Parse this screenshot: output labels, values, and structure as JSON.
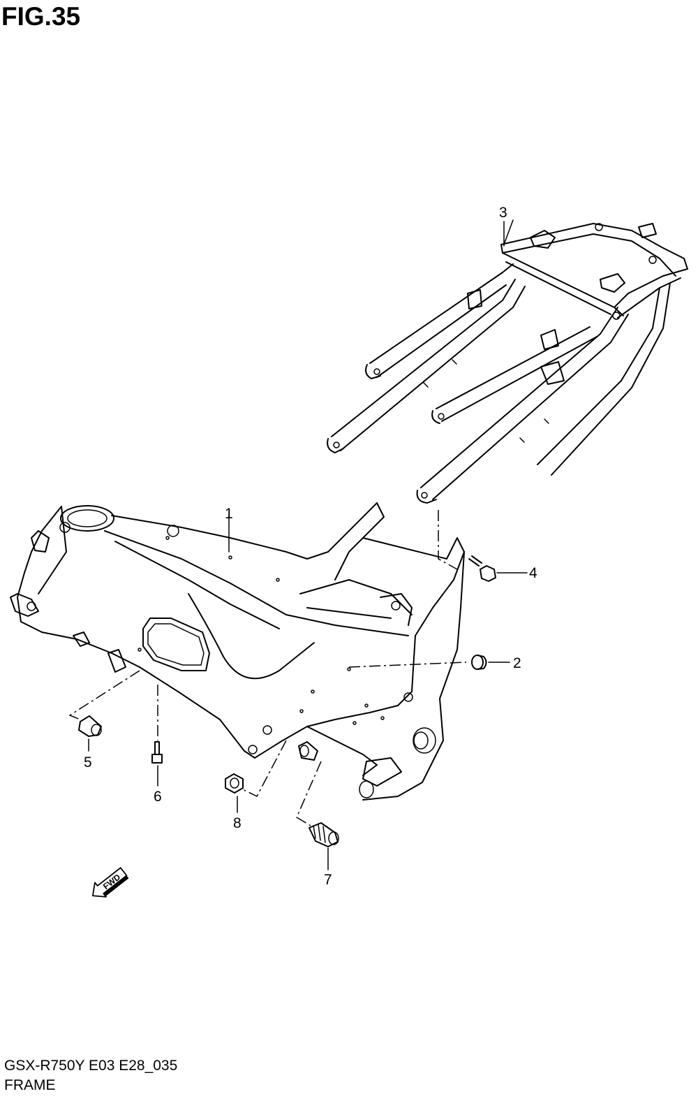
{
  "figure": {
    "title": "FIG.35"
  },
  "footer": {
    "model_code": "GSX-R750Y E03 E28_035",
    "part_name": "FRAME"
  },
  "callouts": [
    "1",
    "2",
    "3",
    "4",
    "5",
    "6",
    "7",
    "8"
  ],
  "direction_indicator": {
    "label": "FWD",
    "icon": "forward-arrow-icon"
  }
}
